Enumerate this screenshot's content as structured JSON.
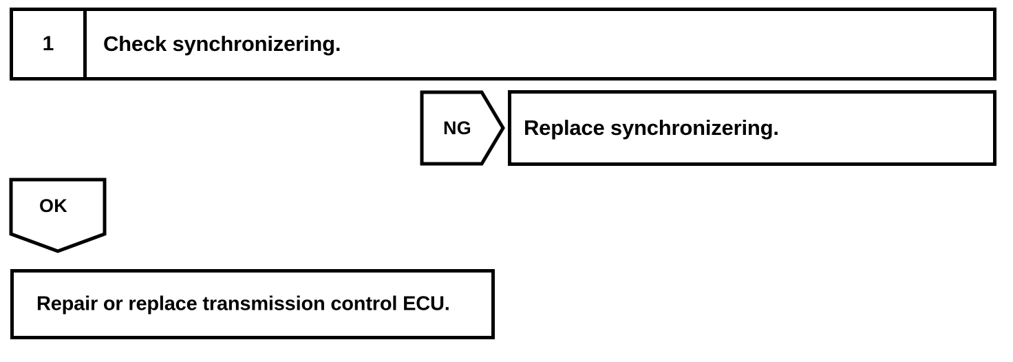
{
  "diagram": {
    "type": "troubleshooting-flowchart",
    "line_color": "#000000",
    "background_color": "#ffffff",
    "text_color": "#000000"
  },
  "steps": [
    {
      "id": "check-synchronizering",
      "index": "1",
      "text": "Check synchronizering."
    },
    {
      "id": "replace-synchronizering",
      "index": "",
      "text": "Replace synchronizering."
    },
    {
      "id": "repair-transmission-control-ecu",
      "index": "",
      "text": "Repair or replace transmission control ECU."
    }
  ],
  "connectors": [
    {
      "id": "ng-connector",
      "label": "NG",
      "direction": "right",
      "shape": "pentagon-arrow"
    },
    {
      "id": "ok-connector",
      "label": "OK",
      "direction": "down",
      "shape": "pentagon-arrow"
    }
  ]
}
